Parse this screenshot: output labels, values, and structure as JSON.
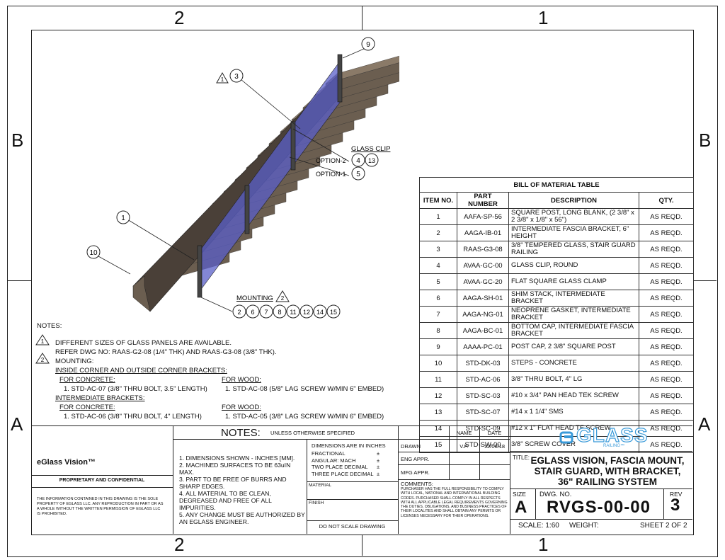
{
  "zones": {
    "top_left": "2",
    "top_right": "1",
    "bottom_left": "2",
    "bottom_right": "1",
    "left_upper": "B",
    "left_lower": "A",
    "right_upper": "B",
    "right_lower": "A"
  },
  "callouts": {
    "c9": "9",
    "c3": "3",
    "c3_flag": "1",
    "c1": "1",
    "c10": "10",
    "c4": "4",
    "c13": "13",
    "c5": "5",
    "glass_clip": "GLASS CLIP",
    "option2": "OPTION-2",
    "option1": "OPTION-1",
    "mounting": "MOUNTING",
    "mounting_flag": "2",
    "mounting_items": [
      "2",
      "6",
      "7",
      "8",
      "11",
      "12",
      "14",
      "15"
    ]
  },
  "notes": {
    "heading": "NOTES:",
    "flag1": "1",
    "flag2": "2",
    "line1": "DIFFERENT SIZES OF GLASS PANELS ARE AVAILABLE.",
    "line2": "REFER DWG NO: RAAS-G2-08 (1/4\" THK) AND RAAS-G3-08 (3/8\" THK).",
    "line3": "MOUNTING:",
    "line4": "INSIDE CORNER AND OUTSIDE CORNER BRACKETS:",
    "concrete1": "FOR CONCRETE:",
    "concrete1_item": "1. STD-AC-07 (3/8\" THRU BOLT, 3.5\" LENGTH)",
    "wood1": "FOR WOOD:",
    "wood1_item": "1. STD-AC-08 (5/8\" LAG SCREW W/MIN 6\" EMBED)",
    "line5": "INTERMEDIATE BRACKETS:",
    "concrete2": "FOR CONCRETE:",
    "concrete2_item": "1. STD-AC-06 (3/8\" THRU BOLT, 4\" LENGTH)",
    "wood2": "FOR WOOD:",
    "wood2_item": "1. STD-AC-05 (3/8\" LAG SCREW W/MIN 6\" EMBED)"
  },
  "bom": {
    "title": "BILL OF MATERIAL TABLE",
    "headers": [
      "ITEM NO.",
      "PART NUMBER",
      "DESCRIPTION",
      "QTY."
    ],
    "rows": [
      [
        "1",
        "AAFA-SP-56",
        "SQUARE POST, LONG BLANK, (2 3/8\" x 2 3/8\" x 1/8\" x 56\")",
        "AS REQD."
      ],
      [
        "2",
        "AAGA-IB-01",
        "INTERMEDIATE FASCIA BRACKET, 6\" HEIGHT",
        "AS REQD."
      ],
      [
        "3",
        "RAAS-G3-08",
        "3/8\" TEMPERED GLASS, STAIR GUARD RAILING",
        "AS REQD."
      ],
      [
        "4",
        "AVAA-GC-00",
        "GLASS CLIP, ROUND",
        "AS REQD."
      ],
      [
        "5",
        "AVAA-GC-20",
        "FLAT SQUARE GLASS CLAMP",
        "AS REQD."
      ],
      [
        "6",
        "AAGA-SH-01",
        "SHIM STACK, INTERMEDIATE BRACKET",
        "AS REQD."
      ],
      [
        "7",
        "AAGA-NG-01",
        "NEOPRENE GASKET, INTERMEDIATE BRACKET",
        "AS REQD."
      ],
      [
        "8",
        "AAGA-BC-01",
        "BOTTOM CAP, INTERMEDIATE FASCIA BRACKET",
        "AS REQD."
      ],
      [
        "9",
        "AAAA-PC-01",
        "POST CAP, 2 3/8\" SQUARE POST",
        "AS REQD."
      ],
      [
        "10",
        "STD-DK-03",
        "STEPS - CONCRETE",
        "AS REQD."
      ],
      [
        "11",
        "STD-AC-06",
        "3/8\" THRU BOLT, 4\" LG",
        "AS REQD."
      ],
      [
        "12",
        "STD-SC-03",
        "#10 x 3/4\" PAN HEAD TEK SCREW",
        "AS REQD."
      ],
      [
        "13",
        "STD-SC-07",
        "#14 x 1 1/4\" SMS",
        "AS REQD."
      ],
      [
        "14",
        "STD-SC-09",
        "#12 x 1\" FLAT HEAD TF SCREW",
        "AS REQD."
      ],
      [
        "15",
        "STD-SW-00",
        "3/8\" SCREW COVER",
        "AS REQD."
      ]
    ]
  },
  "title_block": {
    "company": "eGlass Vision™",
    "proprietary": "PROPRIETARY AND CONFIDENTIAL",
    "disclaimer": "THE INFORMATION CONTAINED IN THIS DRAWING IS THE SOLE PROPERTY OF EGLASS LLC. ANY REPRODUCTION IN PART OR AS A WHOLE WITHOUT THE WRITTEN PERMISSION OF EGLASS LLC IS PROHIBITED.",
    "notes_label": "NOTES:",
    "unless": "UNLESS OTHERWISE SPECIFIED",
    "gen_notes": [
      "1. DIMENSIONS SHOWN - INCHES [MM].",
      "2. MACHINED SURFACES TO BE 63uIN MAX.",
      "3. PART TO BE FREE OF BURRS AND SHARP EDGES.",
      "4. ALL MATERIAL TO BE CLEAN, DEGREASED AND FREE OF ALL IMPURITIES.",
      "5. ANY CHANGE MUST BE AUTHORIZED BY AN EGLASS ENGINEER."
    ],
    "dims_label": "DIMENSIONS ARE IN INCHES",
    "tol": [
      "FRACTIONAL",
      "ANGULAR: MACH",
      "TWO PLACE DECIMAL",
      "THREE PLACE DECIMAL"
    ],
    "tol_sym": "±",
    "material": "MATERIAL",
    "finish": "FINISH",
    "do_not_scale": "DO NOT SCALE DRAWING",
    "name_hdr": "NAME",
    "date_hdr": "DATE",
    "drawn": "DRAWN",
    "drawn_name": "V.P.",
    "drawn_date": "12/06/18",
    "eng": "ENG APPR.",
    "mfg": "MFG APPR.",
    "comments": "COMMENTS:",
    "comment_text": "PURCHASER HAS THE FULL RESPONSIBILITY TO COMPLY WITH LOCAL, NATIONAL AND INTERNATIONAL BUILDING CODES. PURCHASER SHALL COMPLY IN ALL RESPECTS WITH ALL APPLICABLE LEGAL REQUIREMENTS GOVERNING THE DUTIES, OBLIGATIONS, AND BUSINESS PRACTICES OF THEIR LOCALITES AND SHALL OBTAIN ANY PERMITS OR LICENSES NECESSARY FOR THEIR OPERATIONS.",
    "logo_main": "GLASS",
    "logo_sub": "RAILING™",
    "title_label": "TITLE:",
    "title": [
      "EGLASS VISION, FASCIA MOUNT,",
      "STAIR GUARD, WITH BRACKET,",
      "36\" RAILING SYSTEM"
    ],
    "size_label": "SIZE",
    "size": "A",
    "dwg_label": "DWG.  NO.",
    "dwg": "RVGS-00-00",
    "rev_label": "REV",
    "rev": "3",
    "scale": "SCALE: 1:60",
    "weight": "WEIGHT:",
    "sheet": "SHEET 2 OF 2"
  },
  "colors": {
    "glass": "#5a5fc8",
    "concrete_top": "#8a7a68",
    "concrete_side": "#6b5e50",
    "concrete_dark": "#4a4038",
    "logo": "#3a9ad9"
  }
}
